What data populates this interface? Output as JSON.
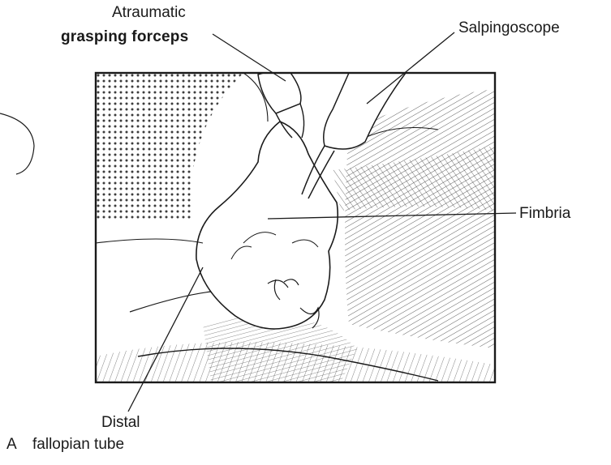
{
  "labels": {
    "forceps_line1": "Atraumatic",
    "forceps_line2": "grasping forceps",
    "salpingoscope": "Salpingoscope",
    "fimbria": "Fimbria",
    "distal": "Distal",
    "panel_letter": "A",
    "fallopian_tube": "fallopian tube"
  },
  "colors": {
    "ink": "#1a1a1a",
    "paper": "#ffffff"
  }
}
